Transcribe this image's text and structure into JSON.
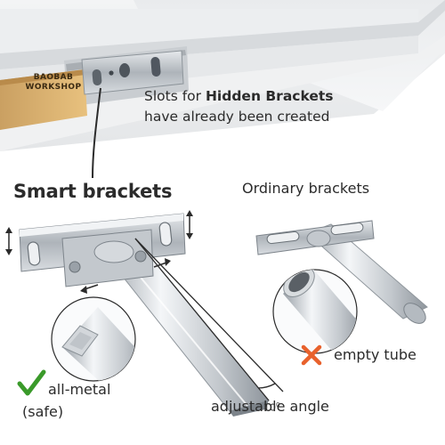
{
  "brand": {
    "line1": "BAOBAB",
    "line2": "WORKSHOP"
  },
  "note": {
    "prefix": "Slots for ",
    "bold": "Hidden Brackets",
    "suffix": " have already been created"
  },
  "smart": {
    "title": "Smart brackets",
    "feature1": "all-metal",
    "feature1_sub": "(safe)",
    "angle_label": "adjustable angle",
    "angle_value": "10",
    "angle_unit": "0"
  },
  "ordinary": {
    "title": "Ordinary brackets",
    "drawback": "empty tube"
  },
  "icons": {
    "check": "check-icon",
    "cross": "cross-icon"
  },
  "colors": {
    "check": "#3a9a2a",
    "cross": "#e8612c",
    "wood": "#d9a85a",
    "metal": "#b9bec4"
  }
}
